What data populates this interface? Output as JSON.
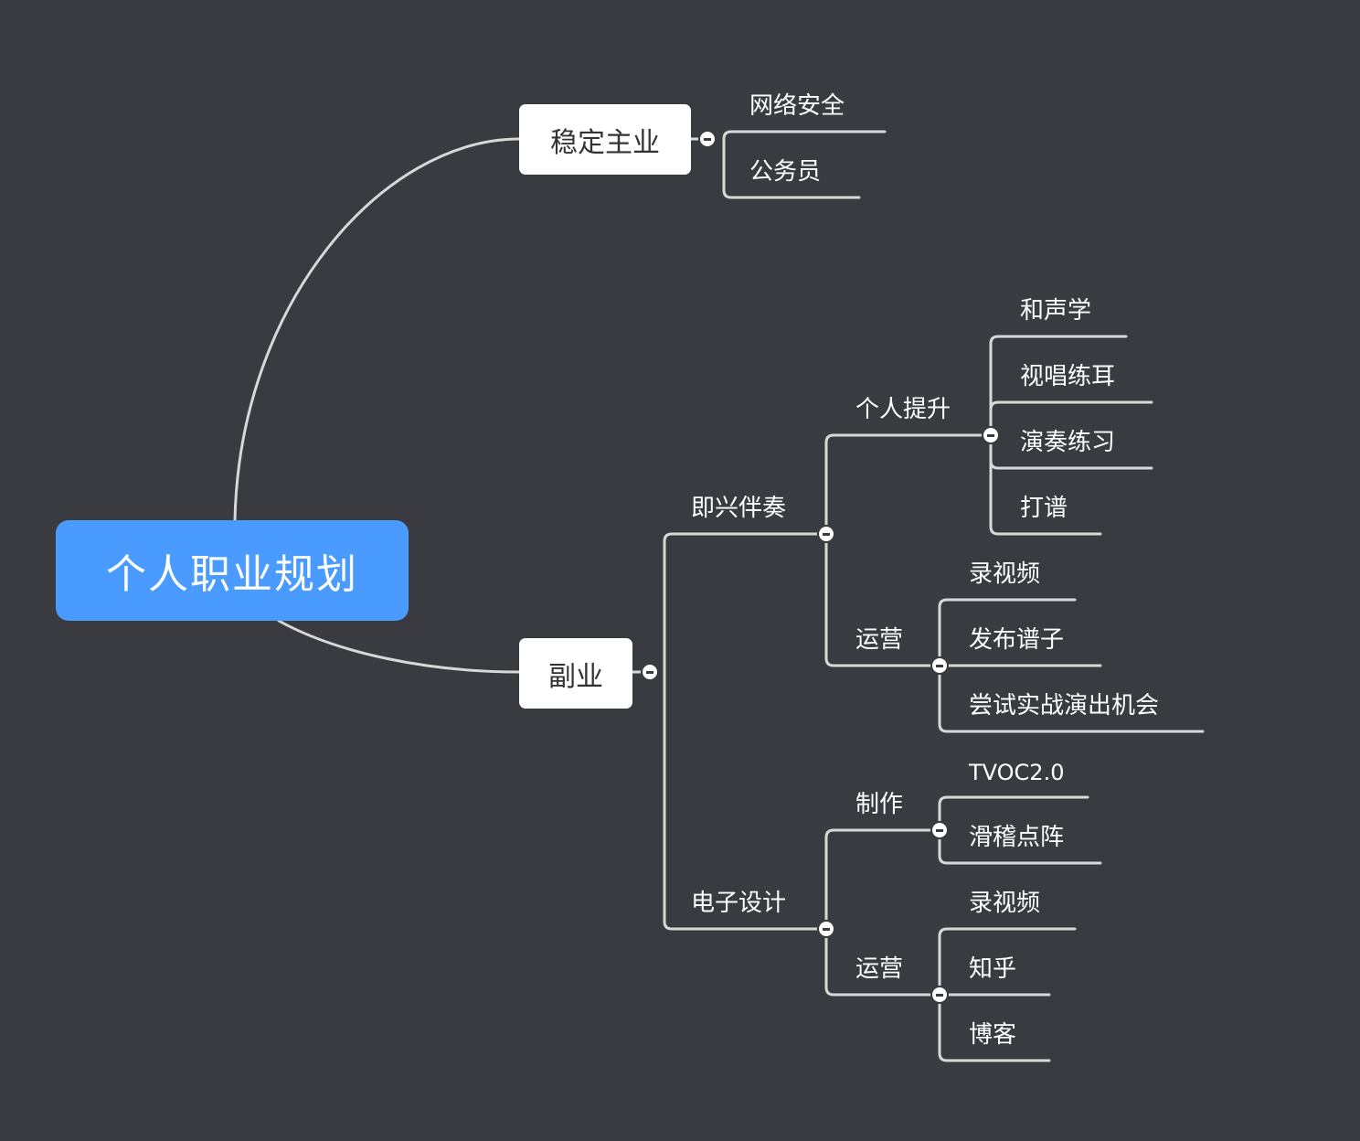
{
  "root": {
    "label": "个人职业规划"
  },
  "branches": {
    "stable": {
      "label": "稳定主业",
      "children": [
        "网络安全",
        "公务员"
      ]
    },
    "side": {
      "label": "副业",
      "improv": {
        "label": "即兴伴奏",
        "personal": {
          "label": "个人提升",
          "children": [
            "和声学",
            "视唱练耳",
            "演奏练习",
            "打谱"
          ]
        },
        "ops": {
          "label": "运营",
          "children": [
            "录视频",
            "发布谱子",
            "尝试实战演出机会"
          ]
        }
      },
      "electronic": {
        "label": "电子设计",
        "make": {
          "label": "制作",
          "children": [
            "TVOC2.0",
            "滑稽点阵"
          ]
        },
        "ops": {
          "label": "运营",
          "children": [
            "录视频",
            "知乎",
            "博客"
          ]
        }
      }
    }
  },
  "colors": {
    "background": "#393b40",
    "root": "#4a9bff",
    "line": "#d8d8d8"
  }
}
